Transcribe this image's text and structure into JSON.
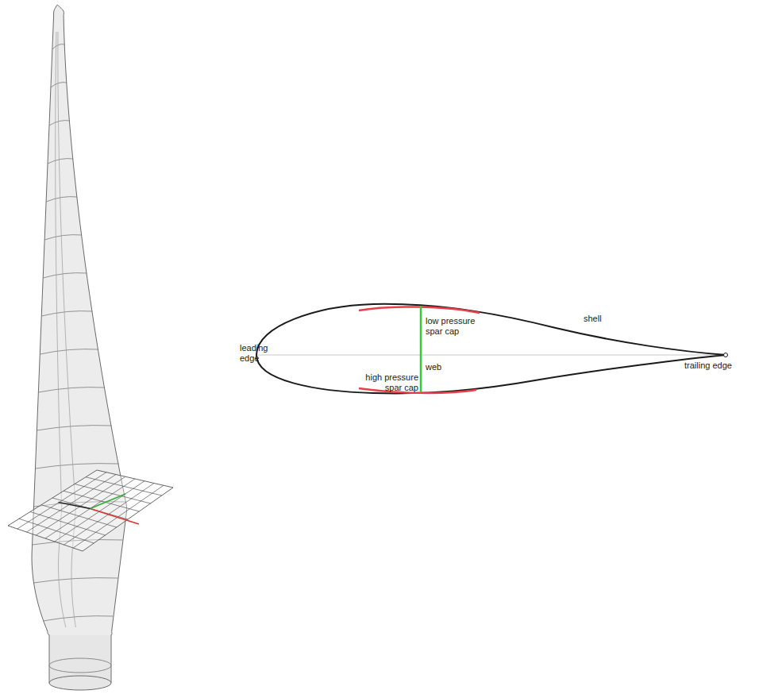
{
  "diagram": {
    "labels": [
      "low pressure spar cap",
      "shell",
      "leading edge",
      "high pressure spar cap",
      "web",
      "trailing edge"
    ]
  }
}
